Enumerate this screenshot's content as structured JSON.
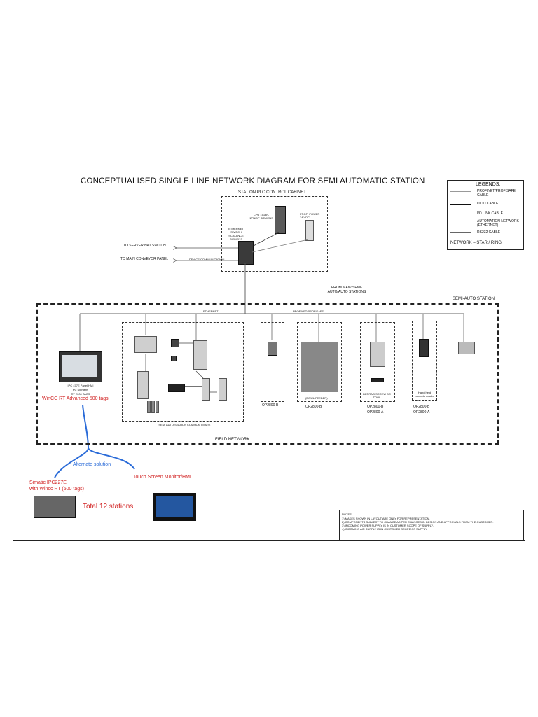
{
  "title": "CONCEPTUALISED SINGLE LINE NETWORK DIAGRAM FOR SEMI AUTOMATIC STATION",
  "plc_cabinet": {
    "label": "STATION  PLC CONTROL CABINET",
    "cpu": "CPU 1513F-1PN/DP SIEMENS",
    "pwr": "PROFI POWER 24 VDC",
    "switch": "ETHERNET SWITCH SCALANCE SIEMENS"
  },
  "links": {
    "server": "TO SERVER NAT SWITCH",
    "conveyor": "TO MAIN CONVEYOR PANEL",
    "device_comm": "DEVICE COMMUNICATION",
    "from_man": "FROM MAN/ SEMI-AUTO/AUTO STATIONS",
    "ethernet": "ETHERNET",
    "profinet": "PROFINET/PROFISAFE"
  },
  "legend": {
    "title": "LEGENDS:",
    "items": [
      "PROFINET/PROFISAFE CABLE",
      "DIDO CABLE",
      "I/O LINK CABLE",
      "AUTOMATION NETWORK (ETHERNET)",
      "RS232 CABLE"
    ],
    "network": "NETWORK – STAR / RING"
  },
  "station": {
    "label": "SEMI-AUTO STATION",
    "field_network": "FIELD NETWORK",
    "common_items": "(SEMI AUTO STATION COMMON ITEMS)"
  },
  "hmi": {
    "line1": "IPC 477E Panel HMI",
    "line2": "PC Siemens",
    "line3": "RT 2000 TAGS",
    "wincc": "WinCC RT Advanced 500 tags"
  },
  "devices": {
    "op1": "OP2800-B",
    "op2_caption": "(BOWL FEEDER)",
    "op2": "OP2800-B",
    "op3_caption": "DEPRAG SCREW DC TOOL",
    "op3a": "OP2800-B",
    "op3b": "OP2800-A",
    "op4_caption": "Hand held barcode reader",
    "op4a": "OP2800-B",
    "op4b": "OP2800-A"
  },
  "alt": {
    "label": "Alternate solution",
    "simatic1": "Simatic IPC227E",
    "simatic2": "with Wincc RT (500 tags)",
    "touch": "Touch Screen Monitor/HMI",
    "total": "Total 12 stations"
  },
  "notes": {
    "title": "NOTES",
    "items": [
      "1) MAKES SHOWN IN LAYOUT ARE ONLY FOR REPRESENTATION.",
      "2) COMPONENTS SUBJECT TO CHANGE AS PER CHANGES IN DESIGN AND APPROVALS FROM THE CUSTOMER.",
      "3) INCOMING POWER SUPPLY IS IN CUSTOMER SCOPE OF SUPPLY.",
      "4) INCOMING AIR SUPPLY IS IN CUSTOMER SCOPE OF SUPPLY."
    ]
  }
}
